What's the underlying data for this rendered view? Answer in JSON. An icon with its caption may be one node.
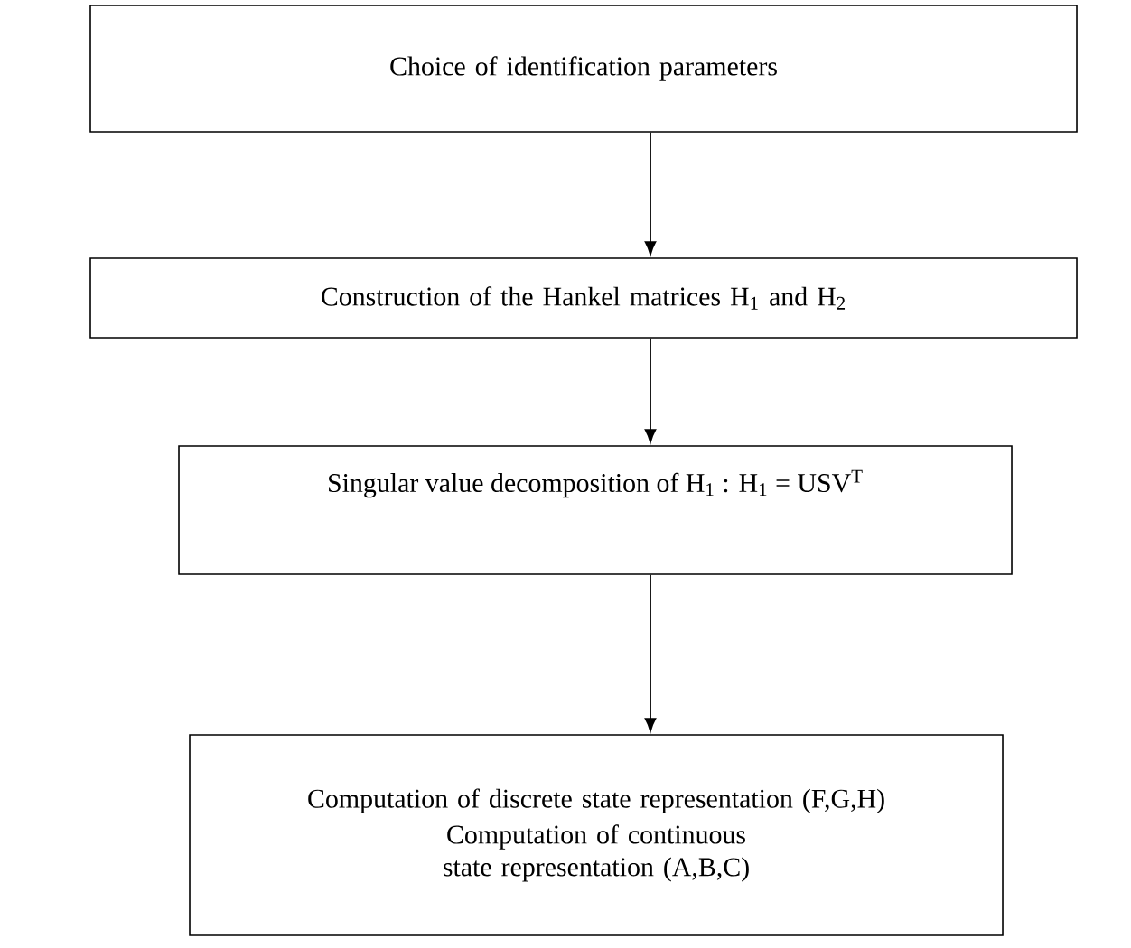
{
  "diagram": {
    "nodes": [
      {
        "text": [
          "Choice of identification parameters"
        ]
      },
      {
        "text": [
          "Construction of the Hankel matrices H$_{1}$ and H$_{2}$"
        ]
      },
      {
        "text": [
          "Singular value decomposition of H$_{1}$ : H$_{1}$ = USV$^{T}$"
        ]
      },
      {
        "text": [
          "Computation of discrete state representation (F,G,H)",
          "Computation of continuous state representation (A,B,C)"
        ]
      }
    ],
    "edges": [
      {
        "from": 0,
        "to": 1,
        "arrow": "to"
      },
      {
        "from": 1,
        "to": 2,
        "arrow": "to"
      },
      {
        "from": 2,
        "to": 3,
        "arrow": "to"
      }
    ]
  }
}
